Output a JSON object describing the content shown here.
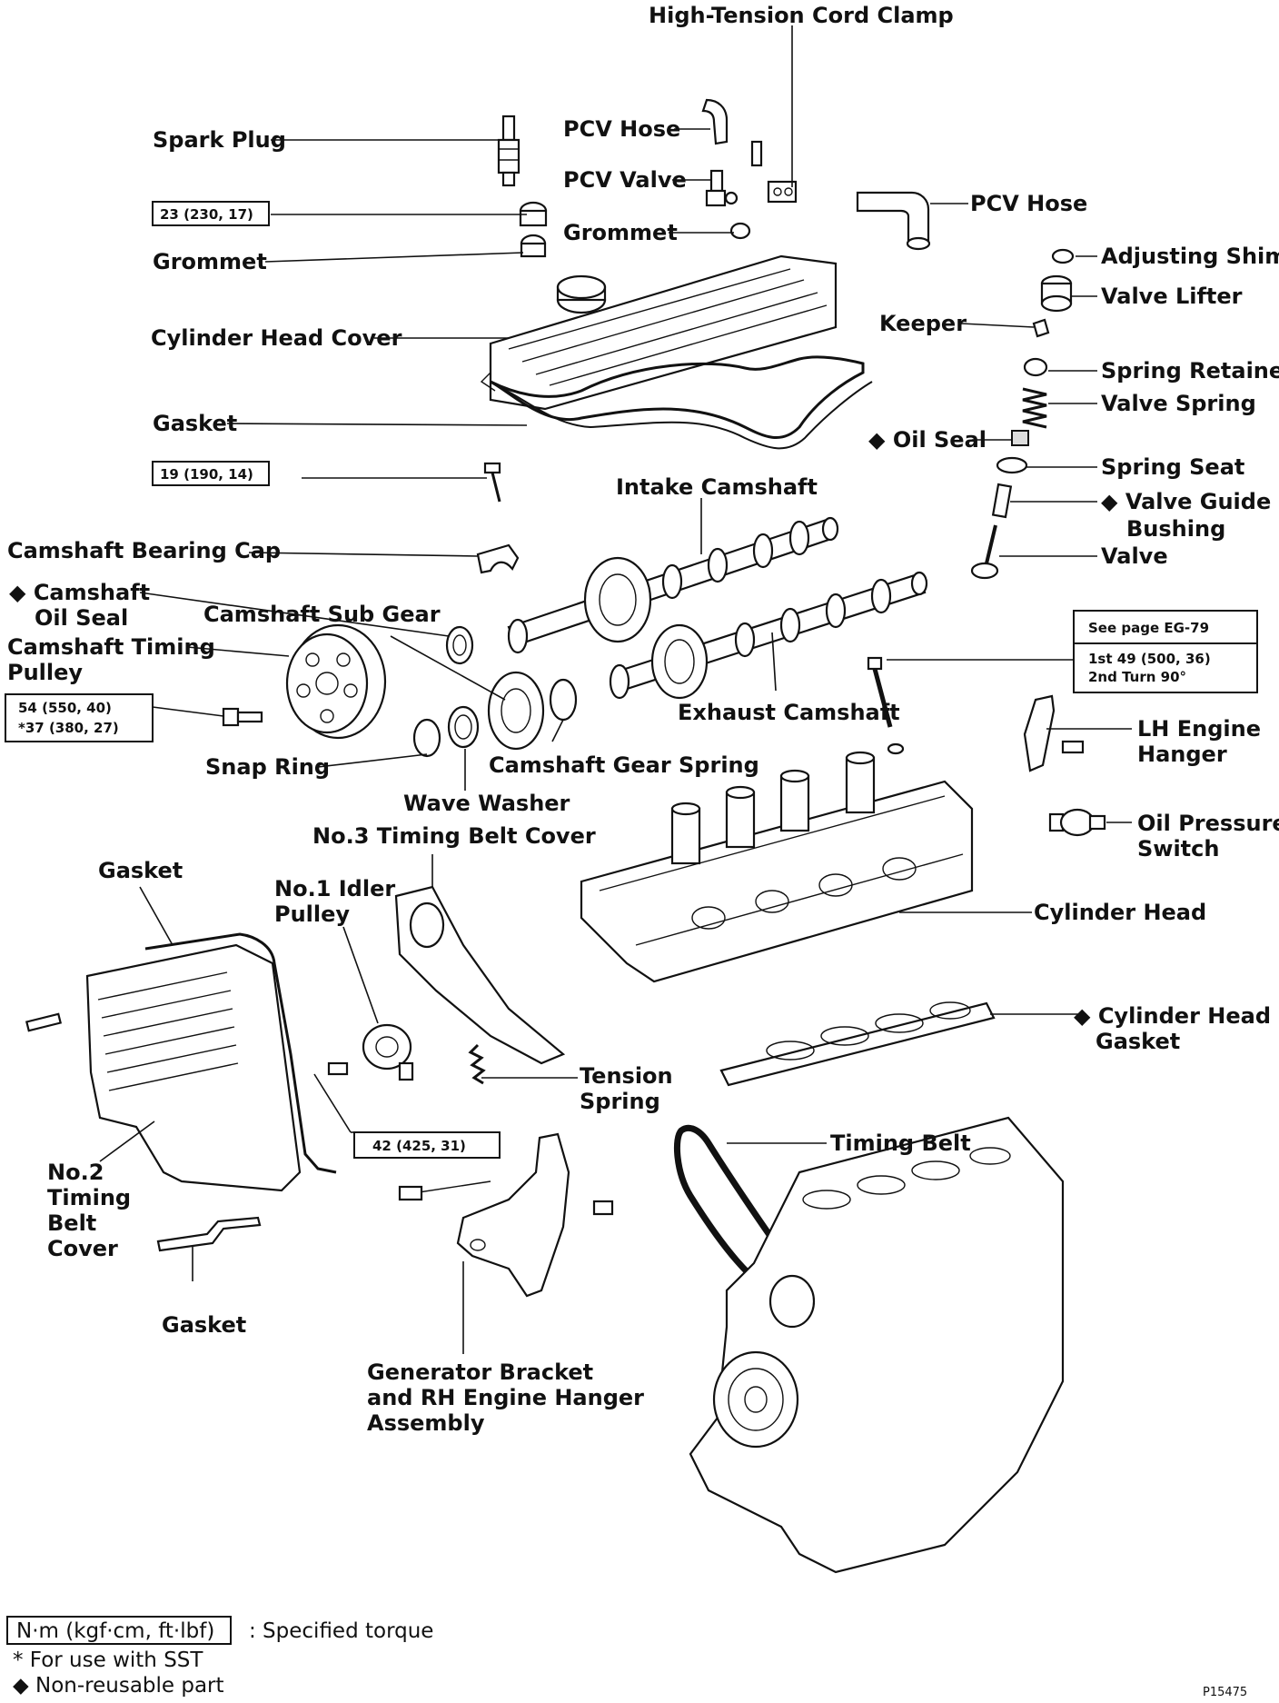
{
  "labels": {
    "ht_cord_clamp": "High-Tension Cord Clamp",
    "spark_plug": "Spark Plug",
    "pcv_hose_1": "PCV Hose",
    "pcv_valve": "PCV Valve",
    "pcv_hose_2": "PCV Hose",
    "grommet_1": "Grommet",
    "grommet_2": "Grommet",
    "adjusting_shim": "Adjusting Shim",
    "valve_lifter": "Valve Lifter",
    "cylinder_head_cover": "Cylinder Head Cover",
    "keeper": "Keeper",
    "spring_retainer": "Spring Retainer",
    "gasket_1": "Gasket",
    "valve_spring": "Valve Spring",
    "oil_seal": "◆ Oil Seal",
    "spring_seat": "Spring Seat",
    "intake_camshaft": "Intake Camshaft",
    "valve_guide_1": "◆ Valve Guide",
    "valve_guide_2": "Bushing",
    "camshaft_bearing_cap": "Camshaft Bearing Cap",
    "valve": "Valve",
    "camshaft_oil_seal_1": "◆ Camshaft",
    "camshaft_oil_seal_2": "Oil Seal",
    "camshaft_sub_gear": "Camshaft Sub Gear",
    "camshaft_timing_pulley_1": "Camshaft Timing",
    "camshaft_timing_pulley_2": "Pulley",
    "exhaust_camshaft": "Exhaust Camshaft",
    "lh_engine_hanger_1": "LH Engine",
    "lh_engine_hanger_2": "Hanger",
    "snap_ring": "Snap Ring",
    "camshaft_gear_spring": "Camshaft Gear Spring",
    "wave_washer": "Wave Washer",
    "oil_pressure_switch_1": "Oil Pressure",
    "oil_pressure_switch_2": "Switch",
    "no3_timing_belt_cover": "No.3 Timing Belt Cover",
    "gasket_2": "Gasket",
    "no1_idler_pulley_1": "No.1 Idler",
    "no1_idler_pulley_2": "Pulley",
    "cylinder_head": "Cylinder Head",
    "cylinder_head_gasket_1": "◆ Cylinder Head",
    "cylinder_head_gasket_2": "Gasket",
    "tension_spring_1": "Tension",
    "tension_spring_2": "Spring",
    "timing_belt": "Timing Belt",
    "no2_cover_1": "No.2",
    "no2_cover_2": "Timing",
    "no2_cover_3": "Belt",
    "no2_cover_4": "Cover",
    "gasket_3": "Gasket",
    "generator_bracket_1": "Generator Bracket",
    "generator_bracket_2": "and RH Engine Hanger",
    "generator_bracket_3": "Assembly"
  },
  "torque": {
    "spark_plug": "23 (230, 17)",
    "head_cover": "19 (190, 14)",
    "pulley_1": "54 (550, 40)",
    "pulley_2": "*37 (380, 27)",
    "head_bolt_ref": "See page EG-79",
    "head_bolt_1": "1st  49 (500, 36)",
    "head_bolt_2": "2nd  Turn 90°",
    "idler": "42 (425, 31)"
  },
  "legend": {
    "unit": "N·m (kgf·cm, ft·lbf)",
    "unit_desc": ":  Specified torque",
    "sst": "*  For use with SST",
    "nonreusable": "◆ Non-reusable part"
  },
  "figure_id": "P15475"
}
